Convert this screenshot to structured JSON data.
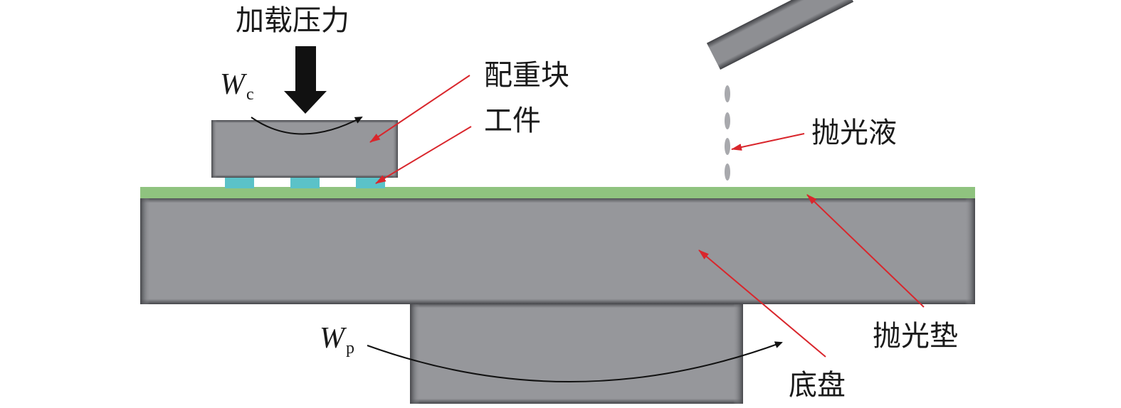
{
  "labels": {
    "load_pressure": "加载压力",
    "counterweight": "配重块",
    "workpiece": "工件",
    "polishing_liquid": "抛光液",
    "polishing_pad": "抛光垫",
    "base_plate": "底盘"
  },
  "variables": {
    "carrier_speed": {
      "symbol": "W",
      "subscript": "c"
    },
    "platen_speed": {
      "symbol": "W",
      "subscript": "p"
    }
  },
  "colors": {
    "block_gray": "#96979b",
    "block_edge": "#4a4b4f",
    "pad_green": "#8fc37f",
    "workpiece_cyan": "#5bc2c8",
    "leader_red": "#d9262c",
    "arrow_black": "#111111"
  }
}
